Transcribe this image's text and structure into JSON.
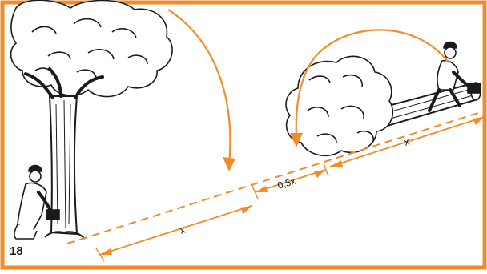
{
  "figure": {
    "number": "18",
    "accent_color": "#f28c28",
    "ink_color": "#1a1a1a"
  },
  "measurements": {
    "first_distance": "x",
    "gap_distance": "0,5x",
    "second_distance": "x"
  },
  "icons": [
    "standing-tree-icon",
    "kneeling-worker-icon",
    "felled-tree-icon",
    "standing-worker-icon",
    "fall-arc-arrow-icon"
  ]
}
